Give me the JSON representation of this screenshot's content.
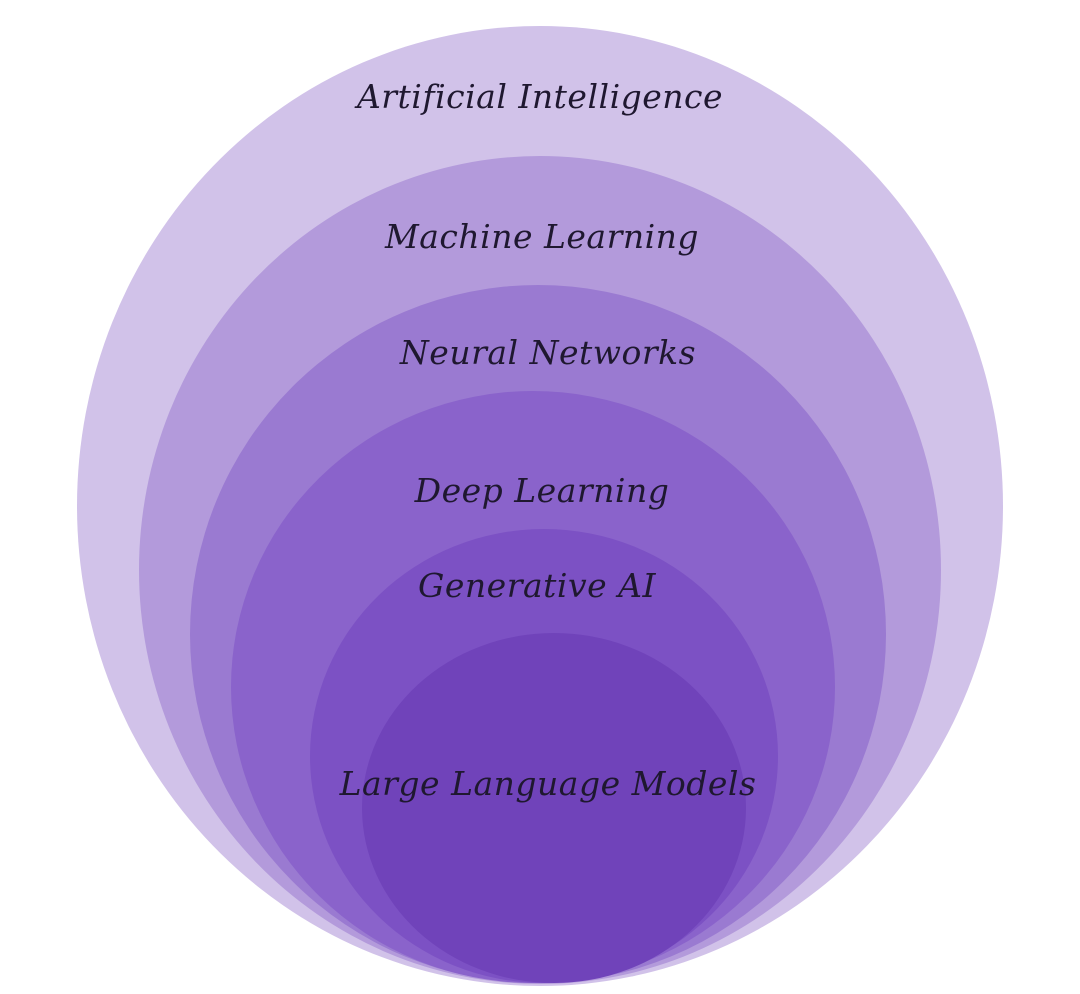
{
  "diagram": {
    "type": "nested-circles",
    "layers": [
      {
        "label": "Artificial Intelligence",
        "color": "#d1c2e9"
      },
      {
        "label": "Machine Learning",
        "color": "#b39adb"
      },
      {
        "label": "Neural Networks",
        "color": "#9a7ad1"
      },
      {
        "label": "Deep Learning",
        "color": "#8a63cb"
      },
      {
        "label": "Generative AI",
        "color": "#7c51c4"
      },
      {
        "label": "Large Language Models",
        "color": "#7043ba"
      }
    ]
  }
}
